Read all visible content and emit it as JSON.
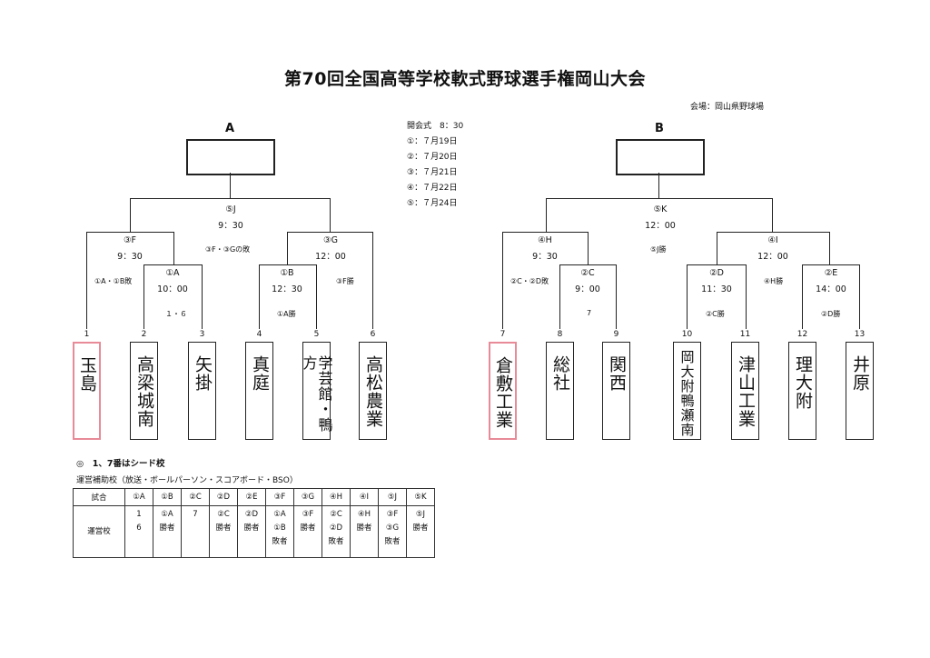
{
  "title": "第70回全国高等学校軟式野球選手権岡山大会",
  "venue": "会場：岡山県野球場",
  "schedule": [
    "開会式　8：30",
    "①：７月19日",
    "②：７月20日",
    "③：７月21日",
    "④：７月22日",
    "⑤：７月24日"
  ],
  "block_a": {
    "label": "A",
    "final": {
      "id": "⑤J",
      "time": "9：30"
    },
    "left_semi": {
      "id": "③F",
      "time": "9：30"
    },
    "right_semi": {
      "id": "③G",
      "time": "12：00"
    },
    "game_a": {
      "id": "①A",
      "time": "10：00"
    },
    "game_b": {
      "id": "①B",
      "time": "12：30"
    },
    "notes": {
      "final": "③F・③Gの敗",
      "left_semi": "①A・①B敗",
      "game_a": "１・６",
      "right_semi": "③F勝",
      "game_b": "①A勝"
    },
    "teams": [
      {
        "num": "1",
        "name": "玉島"
      },
      {
        "num": "2",
        "name": "高梁城南"
      },
      {
        "num": "3",
        "name": "矢掛"
      },
      {
        "num": "4",
        "name": "真庭"
      },
      {
        "num": "5",
        "name": "学芸館・鴨方"
      },
      {
        "num": "6",
        "name": "高松農業"
      }
    ]
  },
  "block_b": {
    "label": "B",
    "final": {
      "id": "⑤K",
      "time": "12：00"
    },
    "left_semi": {
      "id": "④H",
      "time": "9：30"
    },
    "right_semi": {
      "id": "④I",
      "time": "12：00"
    },
    "game_c": {
      "id": "②C",
      "time": "9：00"
    },
    "game_d": {
      "id": "②D",
      "time": "11：30"
    },
    "game_e": {
      "id": "②E",
      "time": "14：00"
    },
    "notes": {
      "final": "⑤J勝",
      "left_semi": "②C・②D敗",
      "game_c": "7",
      "right_semi": "④H勝",
      "game_d": "②C勝",
      "game_e": "②D勝"
    },
    "teams": [
      {
        "num": "7",
        "name": "倉敷工業"
      },
      {
        "num": "8",
        "name": "総社"
      },
      {
        "num": "9",
        "name": "関西"
      },
      {
        "num": "10",
        "name": "岡大附鴨瀬南"
      },
      {
        "num": "11",
        "name": "津山工業"
      },
      {
        "num": "12",
        "name": "理大附"
      },
      {
        "num": "13",
        "name": "井原"
      }
    ]
  },
  "seed_note": "◎　1、7番はシード校",
  "operating_note": "運営補助校（放送・ボールパーソン・スコアボード・BSO）",
  "op_table": {
    "header": [
      "試合",
      "①A",
      "①B",
      "②C",
      "②D",
      "②E",
      "③F",
      "③G",
      "④H",
      "④I",
      "⑤J",
      "⑤K"
    ],
    "row_label": "運営校",
    "cells": [
      [
        "1",
        "6"
      ],
      [
        "①A",
        "勝者"
      ],
      [
        "7"
      ],
      [
        "②C",
        "勝者"
      ],
      [
        "②D",
        "勝者"
      ],
      [
        "①A",
        "①B",
        "敗者"
      ],
      [
        "③F",
        "勝者"
      ],
      [
        "②C",
        "②D",
        "敗者"
      ],
      [
        "④H",
        "勝者"
      ],
      [
        "③F",
        "③G",
        "敗者"
      ],
      [
        "⑤J",
        "勝者"
      ]
    ]
  },
  "seed_color": "#e88a98"
}
